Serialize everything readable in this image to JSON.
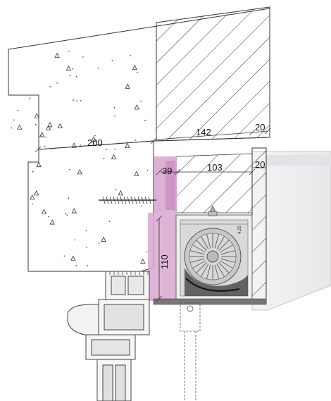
{
  "dimensions": {
    "d200": "200",
    "d142": "142",
    "d20_top": "20",
    "d20_side": "20",
    "d39": "39",
    "d103": "103",
    "d110": "110"
  },
  "box_label": "4,25",
  "colors": {
    "insulation": "#d8a8d0",
    "insulation_strong": "#c988c0",
    "box_panel": "#efeef0",
    "box_shadow": "#d8d6da",
    "concrete_stroke": "#333333",
    "hatch": "#333333",
    "frame": "#444444"
  }
}
